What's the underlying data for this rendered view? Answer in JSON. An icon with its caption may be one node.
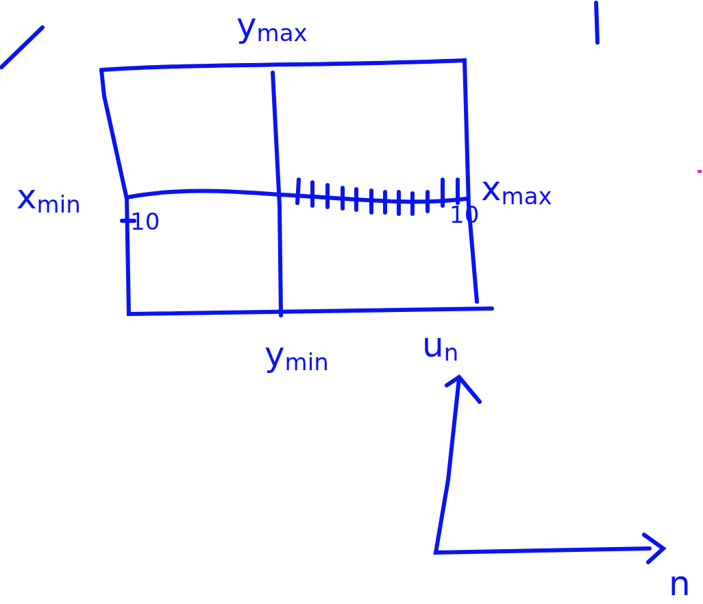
{
  "diagram": {
    "labels": [
      "y$_{max}$",
      "x$_{min}$",
      "10",
      "10",
      "x$_{max}$",
      "y$_{min}$",
      "u$_{n}$",
      "n"
    ]
  }
}
